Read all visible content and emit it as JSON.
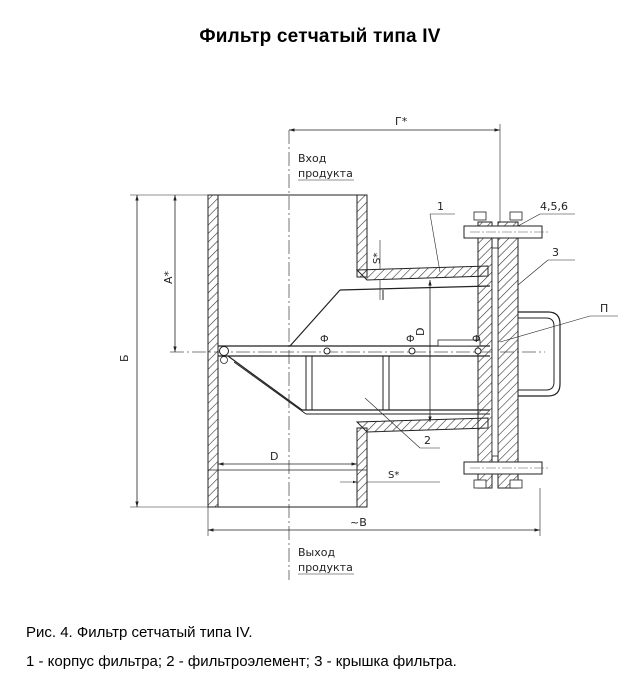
{
  "title": "Фильтр сетчатый типа IV",
  "caption": {
    "figure": "Рис. 4. Фильтр сетчатый типа IV.",
    "parts": "1 - корпус фильтра; 2 - фильтроэлемент; 3 - крышка фильтра."
  },
  "drawing": {
    "inlet_line1": "Вход",
    "inlet_line2": "продукта",
    "outlet_line1": "Выход",
    "outlet_line2": "продукта",
    "dim_gamma": "Г*",
    "dim_a": "А*",
    "dim_b": "Б",
    "dim_d_vertical": "D",
    "dim_d_horizontal": "D",
    "dim_s_top": "S*",
    "dim_s_bottom": "S*",
    "dim_v": "~В",
    "label_1": "1",
    "label_2": "2",
    "label_3": "3",
    "label_456": "4,5,6",
    "label_p": "П",
    "phi_1": "Ф",
    "phi_2": "Ф",
    "phi_3": "Ф"
  }
}
